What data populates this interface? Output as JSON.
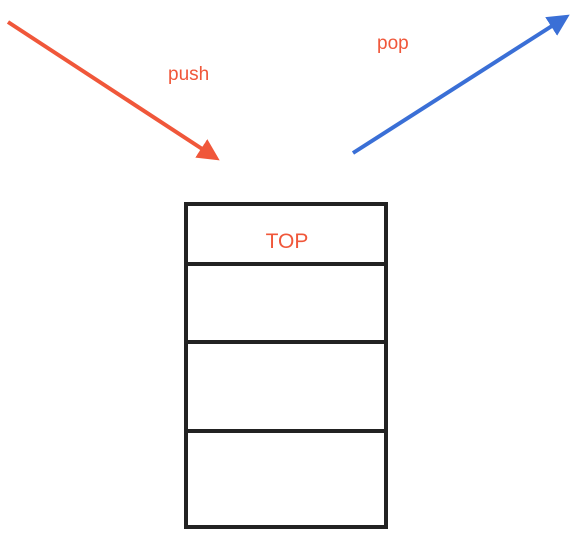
{
  "push": {
    "label": "push",
    "color": "#f0573a"
  },
  "pop": {
    "label": "pop",
    "color": "#3a6fd6"
  },
  "stack": {
    "top_label": "TOP",
    "top_label_color": "#f0573a",
    "border_color": "#222222",
    "slot_count": 4
  }
}
